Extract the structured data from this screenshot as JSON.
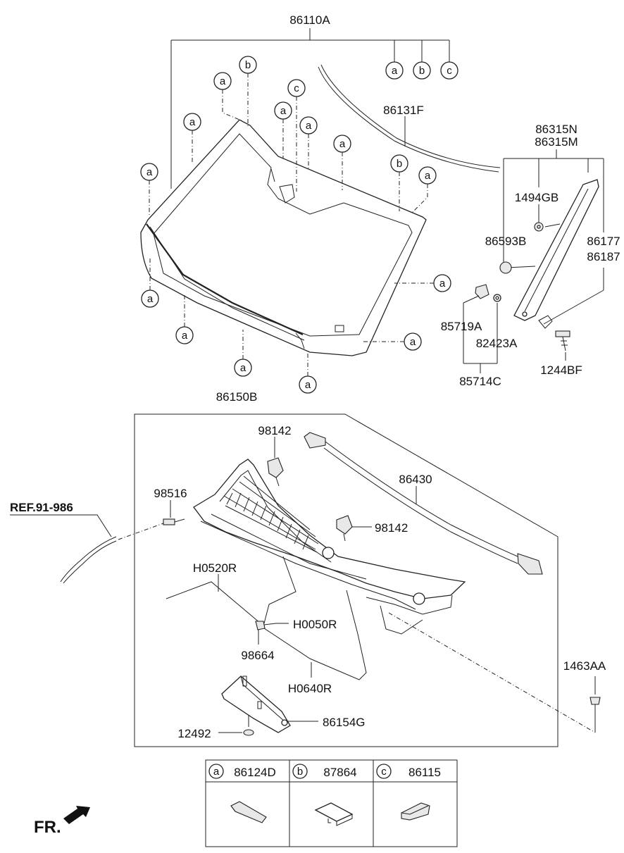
{
  "labels": {
    "p86110A": "86110A",
    "p86131F": "86131F",
    "p86315N": "86315N",
    "p86315M": "86315M",
    "p1494GB": "1494GB",
    "p86593B": "86593B",
    "p86177": "86177",
    "p86187": "86187",
    "p85719A": "85719A",
    "p82423A": "82423A",
    "p85714C": "85714C",
    "p1244BF": "1244BF",
    "p86150B": "86150B",
    "p98142a": "98142",
    "p98142b": "98142",
    "p98516": "98516",
    "p86430": "86430",
    "ref": "REF.91-986",
    "pH0520R": "H0520R",
    "pH0050R": "H0050R",
    "p98664": "98664",
    "pH0640R": "H0640R",
    "p1463AA": "1463AA",
    "p12492": "12492",
    "p86154G": "86154G",
    "fr": "FR."
  },
  "callouts": {
    "a": "a",
    "b": "b",
    "c": "c"
  },
  "legend": [
    {
      "letter": "a",
      "part": "86124D"
    },
    {
      "letter": "b",
      "part": "87864"
    },
    {
      "letter": "c",
      "part": "86115"
    }
  ]
}
